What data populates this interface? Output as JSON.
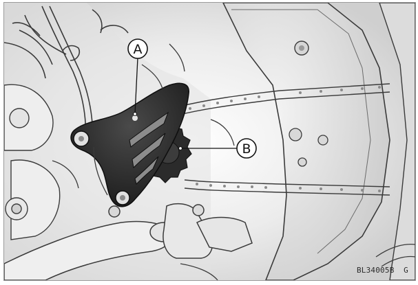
{
  "figure": {
    "callouts": [
      {
        "letter": "A",
        "part": "sprocket-cover"
      },
      {
        "letter": "B",
        "part": "engine-sprocket"
      }
    ],
    "figure_code": "BL34005B  G"
  }
}
